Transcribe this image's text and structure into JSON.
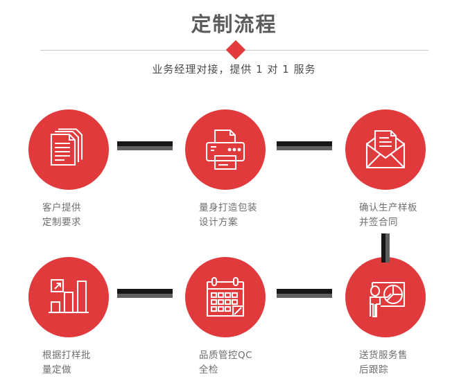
{
  "header": {
    "title": "定制流程",
    "subtitle": "业务经理对接，提供 1 对 1 服务",
    "divider_icon": "diamond-icon",
    "accent_color": "#e03a3d",
    "title_color": "#5b5b5b",
    "rule_color": "#c9c9c9"
  },
  "flow": {
    "connector_dark_color": "#161616",
    "connector_gray_color": "#5f5f5f",
    "caption_color": "#6d6d6d",
    "steps": [
      {
        "index": 1,
        "icon": "documents-stack-icon",
        "caption": "客户提供\n定制要求"
      },
      {
        "index": 2,
        "icon": "printer-icon",
        "caption": "量身打造包装\n设计方案"
      },
      {
        "index": 3,
        "icon": "envelope-document-icon",
        "caption": "确认生产样板\n并签合同"
      },
      {
        "index": 4,
        "icon": "bar-chart-growth-icon",
        "caption": "根据打样批\n量定做"
      },
      {
        "index": 5,
        "icon": "calendar-icon",
        "caption": "品质管控QC\n全检"
      },
      {
        "index": 6,
        "icon": "presentation-pie-chart-icon",
        "caption": "送货服务售\n后跟踪"
      }
    ],
    "connectors": [
      {
        "name": "connector-step1-step2",
        "orientation": "horizontal"
      },
      {
        "name": "connector-step2-step3",
        "orientation": "horizontal"
      },
      {
        "name": "connector-step3-step6",
        "orientation": "vertical"
      },
      {
        "name": "connector-step4-step5",
        "orientation": "horizontal"
      },
      {
        "name": "connector-step5-step6",
        "orientation": "horizontal"
      }
    ]
  }
}
